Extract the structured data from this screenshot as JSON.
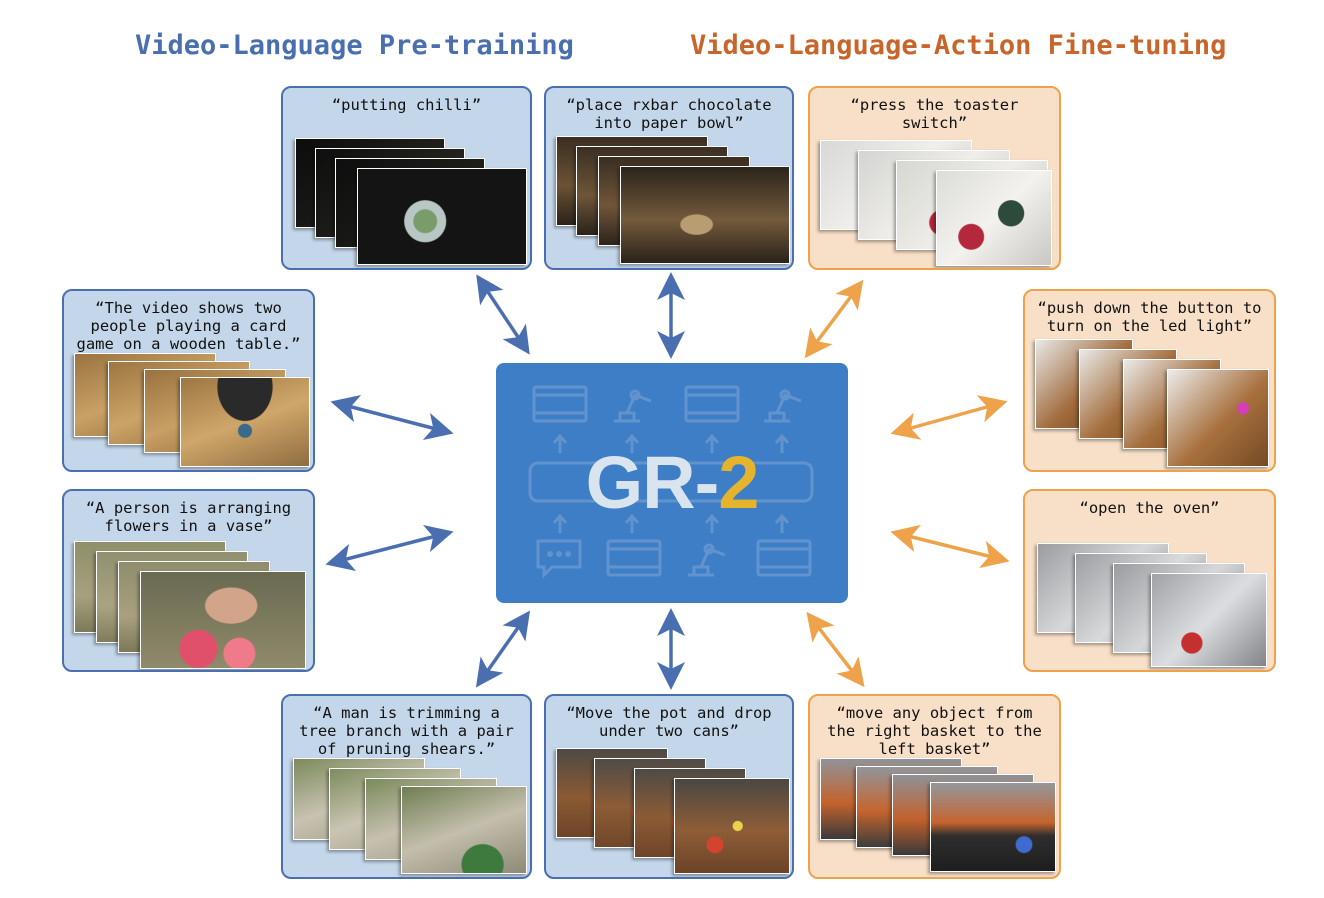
{
  "headings": {
    "pretraining": "Video-Language Pre-training",
    "finetuning": "Video-Language-Action Fine-tuning"
  },
  "colors": {
    "pretraining": "#4a6fb0",
    "finetuning": "#eea24a",
    "center_box": "#3d7ec6",
    "logo_accent": "#e6b42c"
  },
  "center": {
    "logo_prefix": "GR-",
    "logo_number": "2",
    "icons": [
      "film-strip-icon",
      "robot-arm-icon",
      "film-strip-icon",
      "robot-arm-icon",
      "speech-bubble-icon",
      "film-strip-icon",
      "robot-arm-icon",
      "film-strip-icon",
      "up-arrow-icon"
    ]
  },
  "captions": {
    "putting_chilli": "“putting chilli”",
    "rxbar": "“place rxbar chocolate\ninto paper bowl”",
    "toaster": "“press the toaster\nswitch”",
    "card_game": "“The video shows two\npeople playing a card\ngame on a wooden table.”",
    "led_light": "“push down the button to\nturn on the led light”",
    "flowers": "“A person is arranging\nflowers in a vase”",
    "oven": "“open the oven”",
    "tree": "“A man is trimming a\ntree branch with a pair\nof pruning shears.”",
    "pot": "“Move the pot and drop\nunder two cans”",
    "basket": "“move any object from\nthe right basket to the\nleft basket”"
  }
}
